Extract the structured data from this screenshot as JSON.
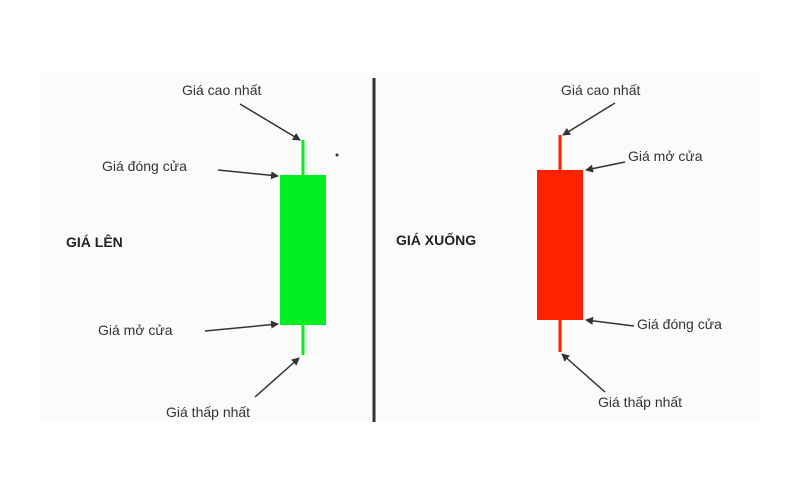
{
  "colors": {
    "bullish": "#00ee22",
    "bearish": "#ff2200",
    "divider": "#333333",
    "arrow": "#333333"
  },
  "left": {
    "title": "GIÁ LÊN",
    "high_label": "Giá cao nhất",
    "close_label": "Giá đóng cửa",
    "open_label": "Giá mở cửa",
    "low_label": "Giá thấp nhất"
  },
  "right": {
    "title": "GIÁ XUỐNG",
    "high_label": "Giá cao nhất",
    "open_label": "Giá mở cửa",
    "close_label": "Giá đóng cửa",
    "low_label": "Giá thấp nhất"
  }
}
